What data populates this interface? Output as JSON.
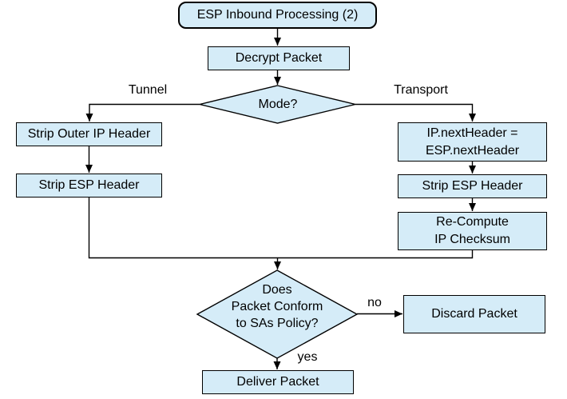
{
  "diagram": {
    "background": "#ffffff",
    "node_fill": "#d5ecf8",
    "node_border": "#000000",
    "line_color": "#000000",
    "nodes": {
      "start": "ESP Inbound Processing (2)",
      "decrypt": "Decrypt Packet",
      "mode_decision": "Mode?",
      "strip_outer_ip": "Strip Outer IP Header",
      "strip_esp_tunnel": "Strip ESP Header",
      "set_next_header": "IP.nextHeader =\nESP.nextHeader",
      "strip_esp_transport": "Strip ESP Header",
      "recompute_checksum": "Re-Compute\nIP Checksum",
      "policy_decision": "Does\nPacket Conform\nto SAs Policy?",
      "discard": "Discard Packet",
      "deliver": "Deliver Packet"
    },
    "edge_labels": {
      "tunnel": "Tunnel",
      "transport": "Transport",
      "no": "no",
      "yes": "yes"
    }
  }
}
